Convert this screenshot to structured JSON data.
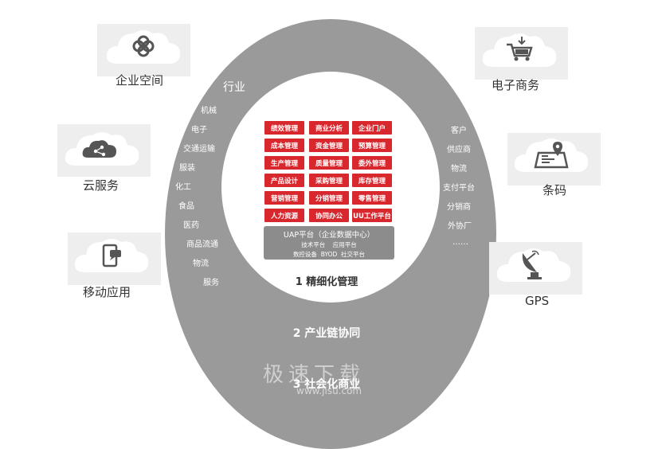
{
  "levels": {
    "l1": "1 精细化管理",
    "l2": "2 产业链协同",
    "l3": "3 社会化商业"
  },
  "industry": {
    "header": "行业",
    "items": [
      "机械",
      "电子",
      "交通运输",
      "服装",
      "化工",
      "食品",
      "医药",
      "商品流通",
      "物流",
      "服务"
    ]
  },
  "partners": {
    "items": [
      "客户",
      "供应商",
      "物流",
      "支付平台",
      "分销商",
      "外协厂",
      "……"
    ]
  },
  "grid": {
    "rows": [
      [
        "绩效管理",
        "商业分析",
        "企业门户"
      ],
      [
        "成本管理",
        "资金管理",
        "预算管理"
      ],
      [
        "生产管理",
        "质量管理",
        "委外管理"
      ],
      [
        "产品设计",
        "采购管理",
        "库存管理"
      ],
      [
        "营销管理",
        "分销管理",
        "零售管理"
      ],
      [
        "人力资源",
        "协同办公",
        "UU工作平台"
      ]
    ]
  },
  "uap": {
    "title": "UAP平台（企业数据中心）",
    "line1": "技术平台    应用平台",
    "line2": "数控设备  BYOD  社交平台"
  },
  "clouds": {
    "enterprise_space": "企业空间",
    "cloud_service": "云服务",
    "mobile_app": "移动应用",
    "ecommerce": "电子商务",
    "barcode": "条码",
    "gps": "GPS"
  },
  "watermark": {
    "text": "极速下载",
    "url": "www.jisu.com"
  },
  "colors": {
    "ring": "#9a9a9a",
    "module_red": "#d9272e",
    "uap_gray": "#8c8c8c",
    "card_bg": "#eeeeee"
  }
}
